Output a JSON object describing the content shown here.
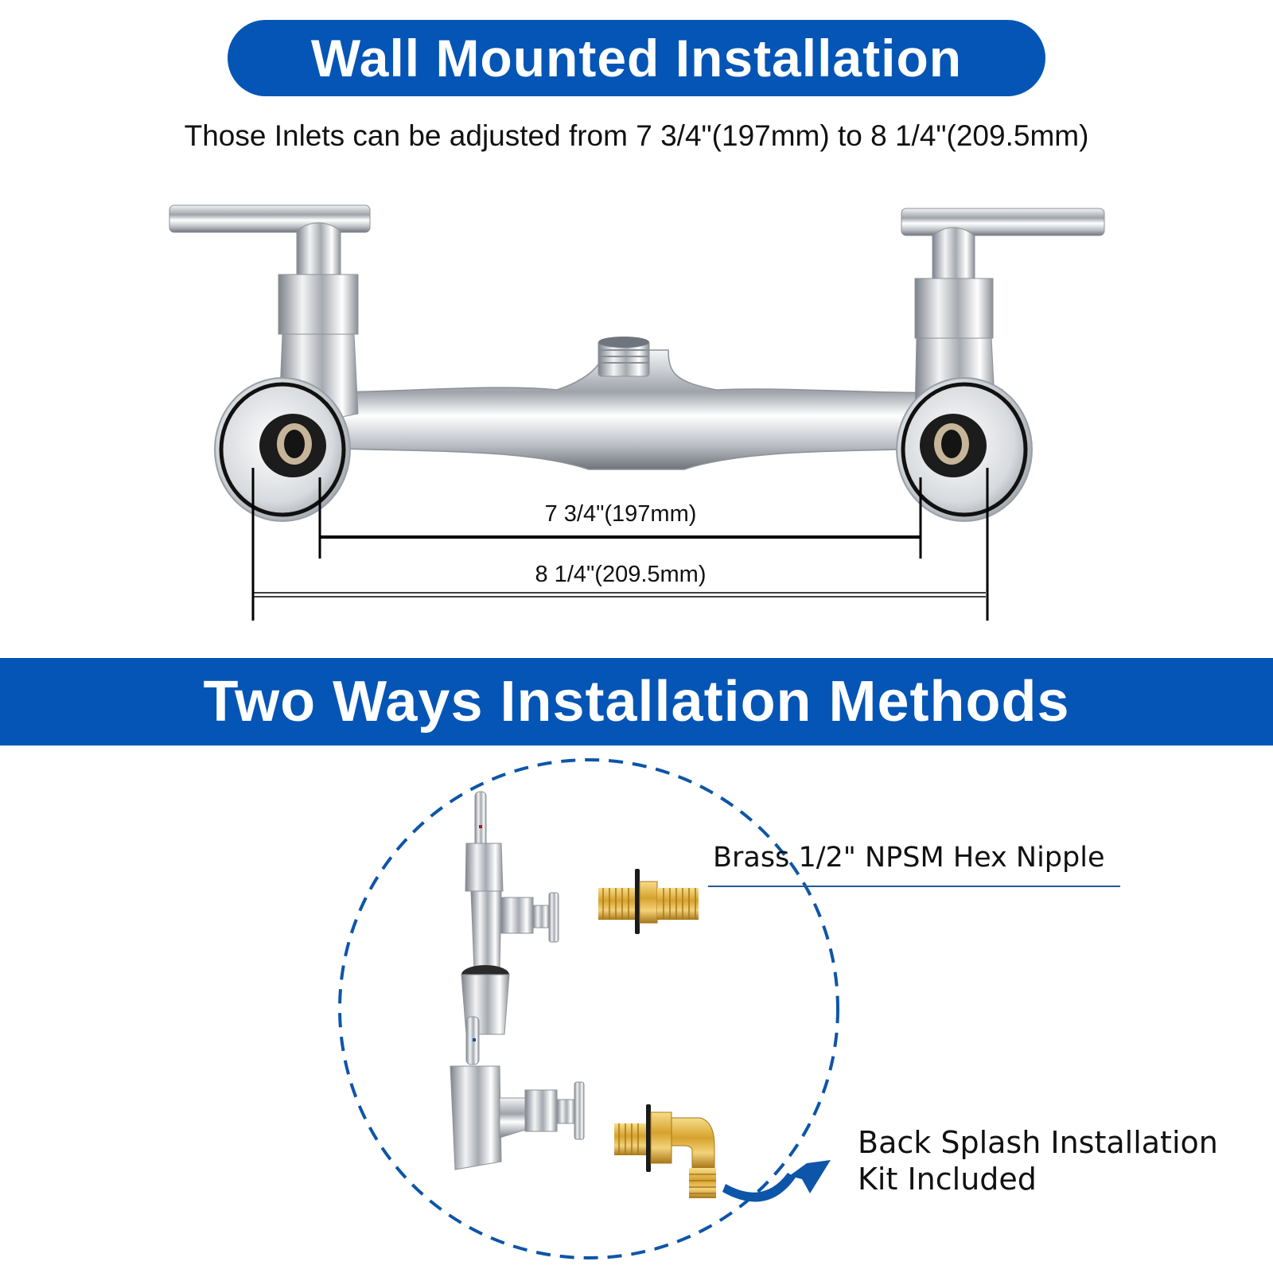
{
  "header": {
    "title": "Wall Mounted Installation",
    "subtitle": "Those Inlets can be adjusted from 7 3/4\"(197mm) to 8 1/4\"(209.5mm)"
  },
  "dimensions": {
    "inner": "7 3/4\"(197mm)",
    "outer": "8 1/4\"(209.5mm)"
  },
  "section": {
    "title": "Two Ways Installation Methods"
  },
  "callouts": {
    "nipple": "Brass 1/2\" NPSM Hex Nipple",
    "kit_line1": "Back Splash Installation",
    "kit_line2": "Kit Included"
  },
  "colors": {
    "brand_blue": "#0455b5",
    "chrome": "#c9ccd1",
    "brass": "#d8a630"
  }
}
